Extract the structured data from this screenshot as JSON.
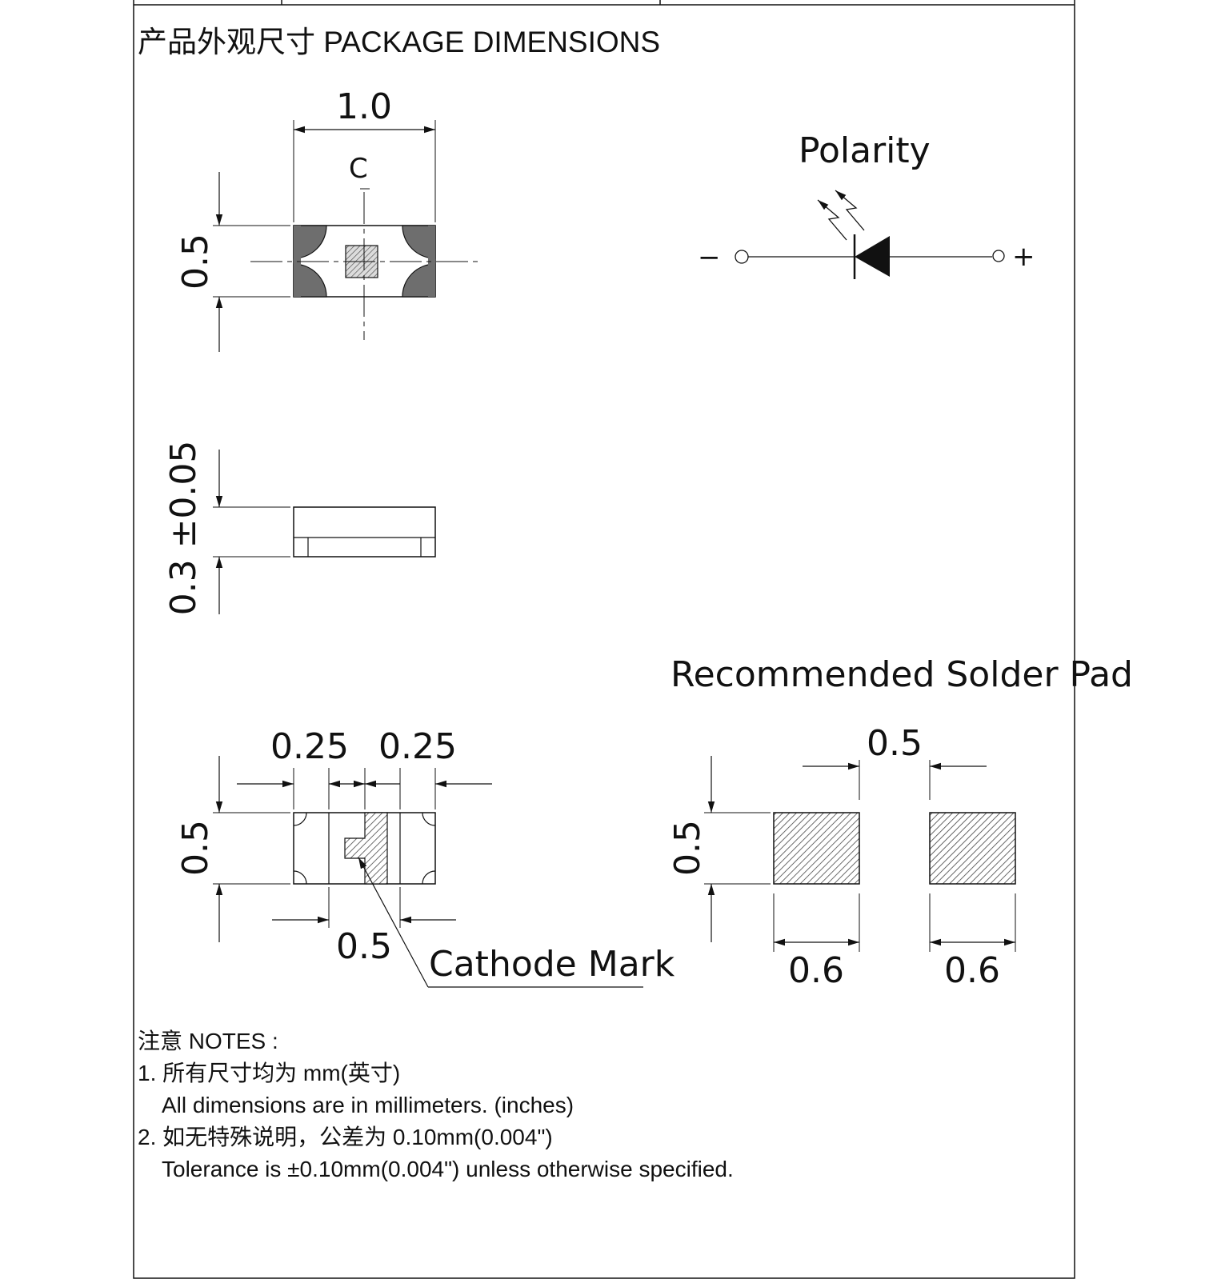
{
  "heading": "产品外观尺寸 PACKAGE DIMENSIONS",
  "top_view": {
    "width": "1.0",
    "height": "0.5",
    "centerline": "C"
  },
  "side_view": {
    "thickness": "0.3 ±0.05"
  },
  "bottom_view": {
    "left_pad": "0.25",
    "right_pad": "0.25",
    "height": "0.5",
    "pad_gap": "0.5",
    "cathode_label": "Cathode Mark"
  },
  "polarity": {
    "title": "Polarity",
    "minus": "−",
    "plus": "+"
  },
  "solder_pad": {
    "title": "Recommended Solder Pad",
    "gap": "0.5",
    "height": "0.5",
    "left_width": "0.6",
    "right_width": "0.6"
  },
  "notes": {
    "title": "注意 NOTES :",
    "items": [
      {
        "cn": "1.  所有尺寸均为 mm(英寸)",
        "en": "All dimensions are in millimeters. (inches)"
      },
      {
        "cn": "2.  如无特殊说明，公差为 0.10mm(0.004\")",
        "en": "Tolerance is ±0.10mm(0.004\") unless otherwise specified."
      }
    ]
  },
  "colors": {
    "ink": "#111111",
    "pad_fill": "#6e6e6e",
    "hatch": "#444444"
  }
}
